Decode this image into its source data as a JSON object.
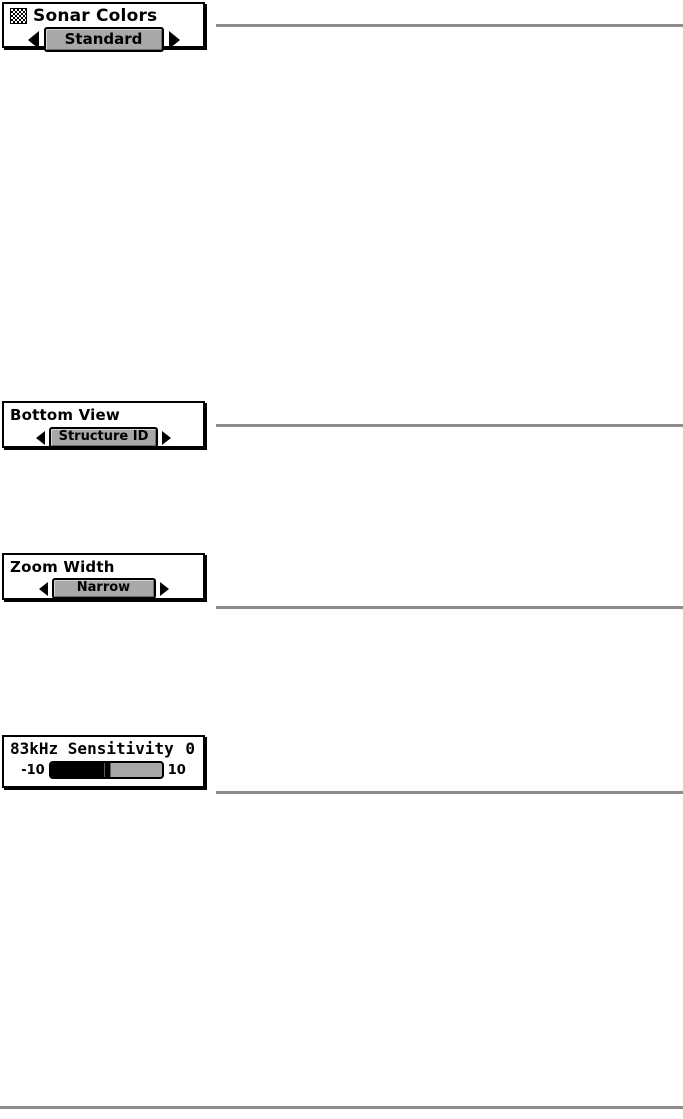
{
  "page": {
    "background_color": "#ffffff",
    "rule_color": "#8c8c8c"
  },
  "widgets": [
    {
      "id": "sonar-colors",
      "title": "Sonar Colors",
      "icon": "dither-pattern-icon",
      "control_type": "selector",
      "value": "Standard",
      "left_arrow": "left-arrow-icon",
      "right_arrow": "right-arrow-icon"
    },
    {
      "id": "bottom-view",
      "title": "Bottom View",
      "control_type": "selector",
      "value": "Structure ID",
      "left_arrow": "left-arrow-icon",
      "right_arrow": "right-arrow-icon"
    },
    {
      "id": "zoom-width",
      "title": "Zoom Width",
      "control_type": "selector",
      "value": "Narrow",
      "left_arrow": "left-arrow-icon",
      "right_arrow": "right-arrow-icon"
    },
    {
      "id": "83khz-sensitivity",
      "title": "83kHz Sensitivity",
      "control_type": "slider",
      "value": "0",
      "min_label": "-10",
      "max_label": "10",
      "min": -10,
      "max": 10,
      "current": 0
    }
  ]
}
